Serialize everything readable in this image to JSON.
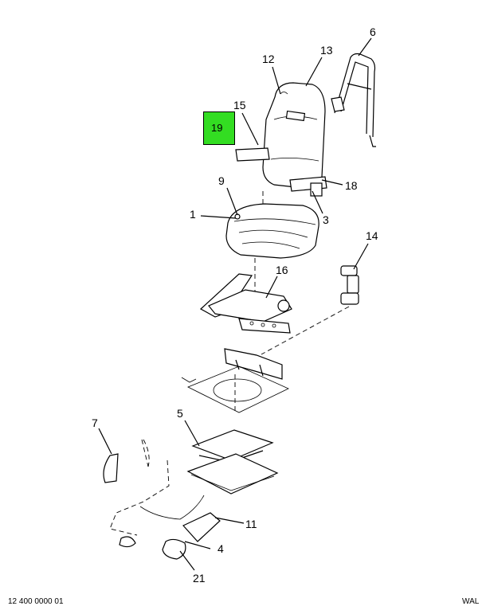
{
  "callouts": {
    "c1": "1",
    "c3": "3",
    "c4": "4",
    "c5": "5",
    "c6": "6",
    "c7": "7",
    "c9": "9",
    "c11": "11",
    "c12": "12",
    "c13": "13",
    "c14": "14",
    "c15": "15",
    "c16": "16",
    "c18": "18",
    "c19": "19",
    "c21": "21"
  },
  "highlight": {
    "label": "19",
    "color": "#33dd22"
  },
  "footer": {
    "left": "12 400 0000 01",
    "right": "WAL"
  }
}
